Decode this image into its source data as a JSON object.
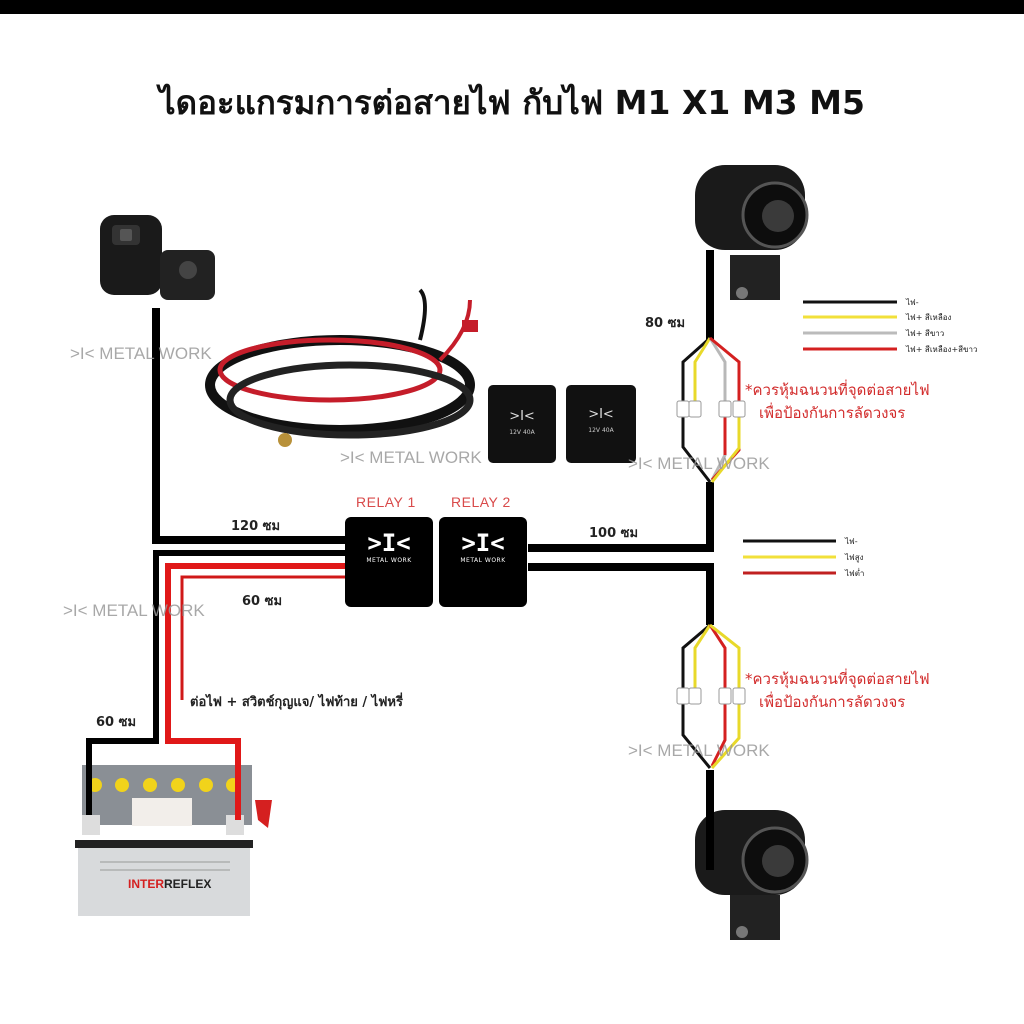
{
  "title": "ไดอะแกรมการต่อสายไฟ กับไฟ M1 X1 M3 M5",
  "watermark": ">I< METAL WORK",
  "relays": [
    {
      "label": "RELAY 1",
      "logo": ">I<",
      "brand": "METAL WORK"
    },
    {
      "label": "RELAY 2",
      "logo": ">I<",
      "brand": "METAL WORK"
    }
  ],
  "lengths": {
    "switch_wire": "120 ซม",
    "lights_wire": "100 ซม",
    "power_tap": "60 ซม",
    "battery_wire": "60 ซม",
    "top_light_wire": "80 ซม"
  },
  "power_tap_note": "ต่อไฟ + สวิตช์กุญแจ/ ไฟท้าย / ไฟหรี่",
  "warning": {
    "line1": "*ควรหุ้มฉนวนที่จุดต่อสายไฟ",
    "line2": "เพื่อป้องกันการลัดวงจร"
  },
  "legend_top": [
    {
      "label": "ไฟ-",
      "color": "#111111"
    },
    {
      "label": "ไฟ+ สีเหลือง",
      "color": "#f2e03a"
    },
    {
      "label": "ไฟ+ สีขาว",
      "color": "#bbbbbb"
    },
    {
      "label": "ไฟ+ สีเหลือง+สีขาว",
      "color": "#d42020"
    }
  ],
  "legend_bottom": [
    {
      "label": "ไฟ-",
      "color": "#111111"
    },
    {
      "label": "ไฟสูง",
      "color": "#f2e03a"
    },
    {
      "label": "ไฟต่ำ",
      "color": "#c02020"
    }
  ],
  "battery_brand": {
    "part1": "INTER",
    "part2": "REFLEX"
  },
  "relay_photo_text": [
    "12V 40A",
    "12V 40A"
  ]
}
